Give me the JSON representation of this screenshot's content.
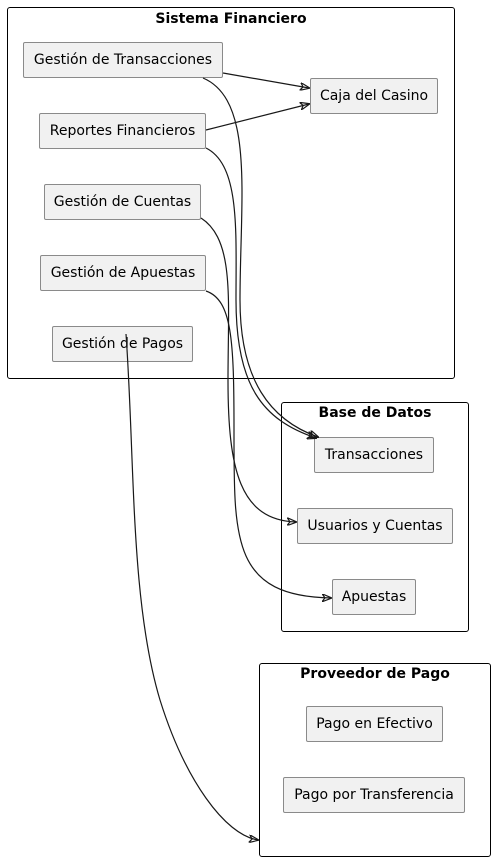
{
  "packages": {
    "financiero": {
      "title": "Sistema Financiero",
      "nodes": {
        "transacciones": "Gestión de Transacciones",
        "reportes": "Reportes Financieros",
        "cuentas": "Gestión de Cuentas",
        "apuestas": "Gestión de Apuestas",
        "pagos": "Gestión de Pagos",
        "caja": "Caja del Casino"
      }
    },
    "datos": {
      "title": "Base de Datos",
      "nodes": {
        "transacciones": "Transacciones",
        "usuarios": "Usuarios y Cuentas",
        "apuestas": "Apuestas"
      }
    },
    "pago": {
      "title": "Proveedor de Pago",
      "nodes": {
        "efectivo": "Pago en Efectivo",
        "transferencia": "Pago por Transferencia"
      }
    }
  },
  "links": [
    {
      "from": "Gestión de Transacciones",
      "to": "Caja del Casino"
    },
    {
      "from": "Reportes Financieros",
      "to": "Caja del Casino"
    },
    {
      "from": "Gestión de Transacciones",
      "to": "Transacciones"
    },
    {
      "from": "Reportes Financieros",
      "to": "Transacciones"
    },
    {
      "from": "Gestión de Cuentas",
      "to": "Usuarios y Cuentas"
    },
    {
      "from": "Gestión de Apuestas",
      "to": "Apuestas"
    },
    {
      "from": "Gestión de Pagos",
      "to": "Proveedor de Pago"
    }
  ]
}
